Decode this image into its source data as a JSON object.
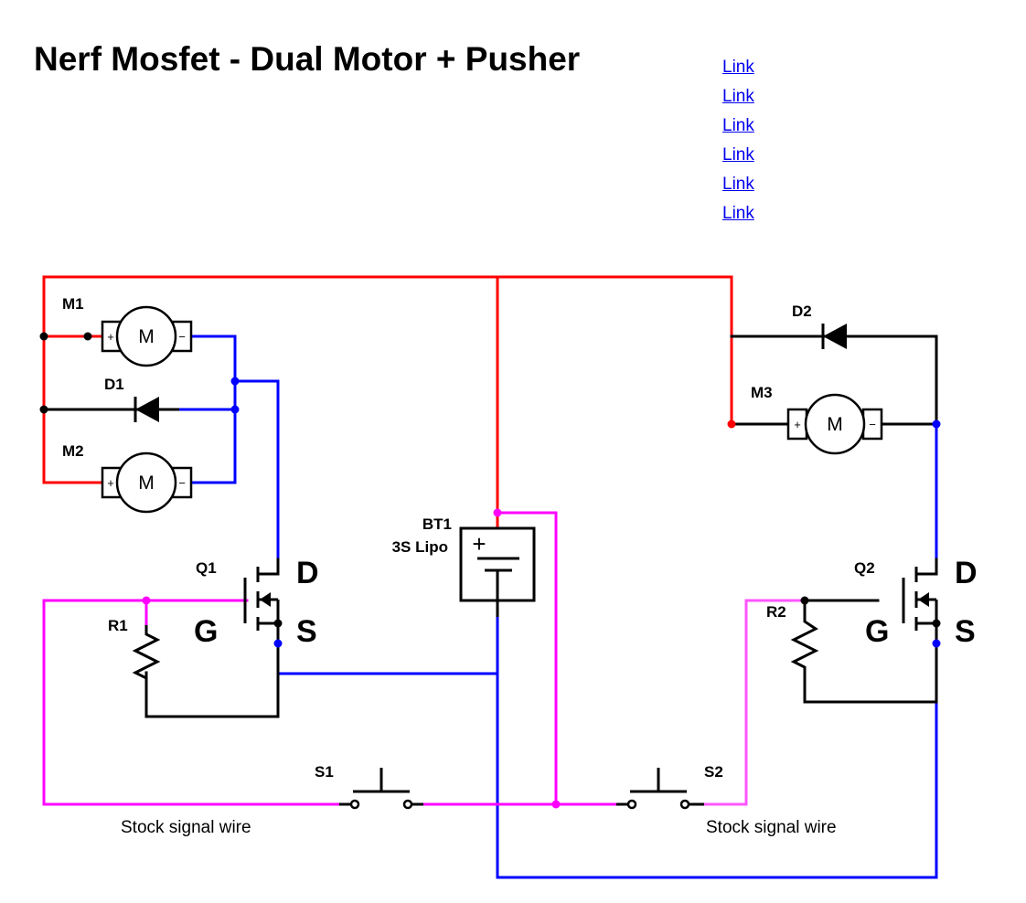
{
  "title": "Nerf Mosfet - Dual Motor + Pusher",
  "links": [
    "Link",
    "Link",
    "Link",
    "Link",
    "Link",
    "Link"
  ],
  "colors": {
    "positive": "#ff0000",
    "ground": "#0000ff",
    "signal": "#ff00ff",
    "signal_light": "#ff55ff",
    "component": "#000000",
    "link": "#0000ee"
  },
  "components": {
    "m1": {
      "ref": "M1",
      "symbol": "M"
    },
    "m2": {
      "ref": "M2",
      "symbol": "M"
    },
    "m3": {
      "ref": "M3",
      "symbol": "M"
    },
    "d1": {
      "ref": "D1"
    },
    "d2": {
      "ref": "D2"
    },
    "q1": {
      "ref": "Q1",
      "drain": "D",
      "gate": "G",
      "source": "S"
    },
    "q2": {
      "ref": "Q2",
      "drain": "D",
      "gate": "G",
      "source": "S"
    },
    "r1": {
      "ref": "R1"
    },
    "r2": {
      "ref": "R2"
    },
    "bt1": {
      "ref": "BT1",
      "value": "3S Lipo"
    },
    "s1": {
      "ref": "S1"
    },
    "s2": {
      "ref": "S2"
    }
  },
  "signal_labels": [
    "Stock signal wire",
    "Stock signal wire"
  ],
  "polarity": {
    "plus": "+",
    "minus": "−"
  }
}
